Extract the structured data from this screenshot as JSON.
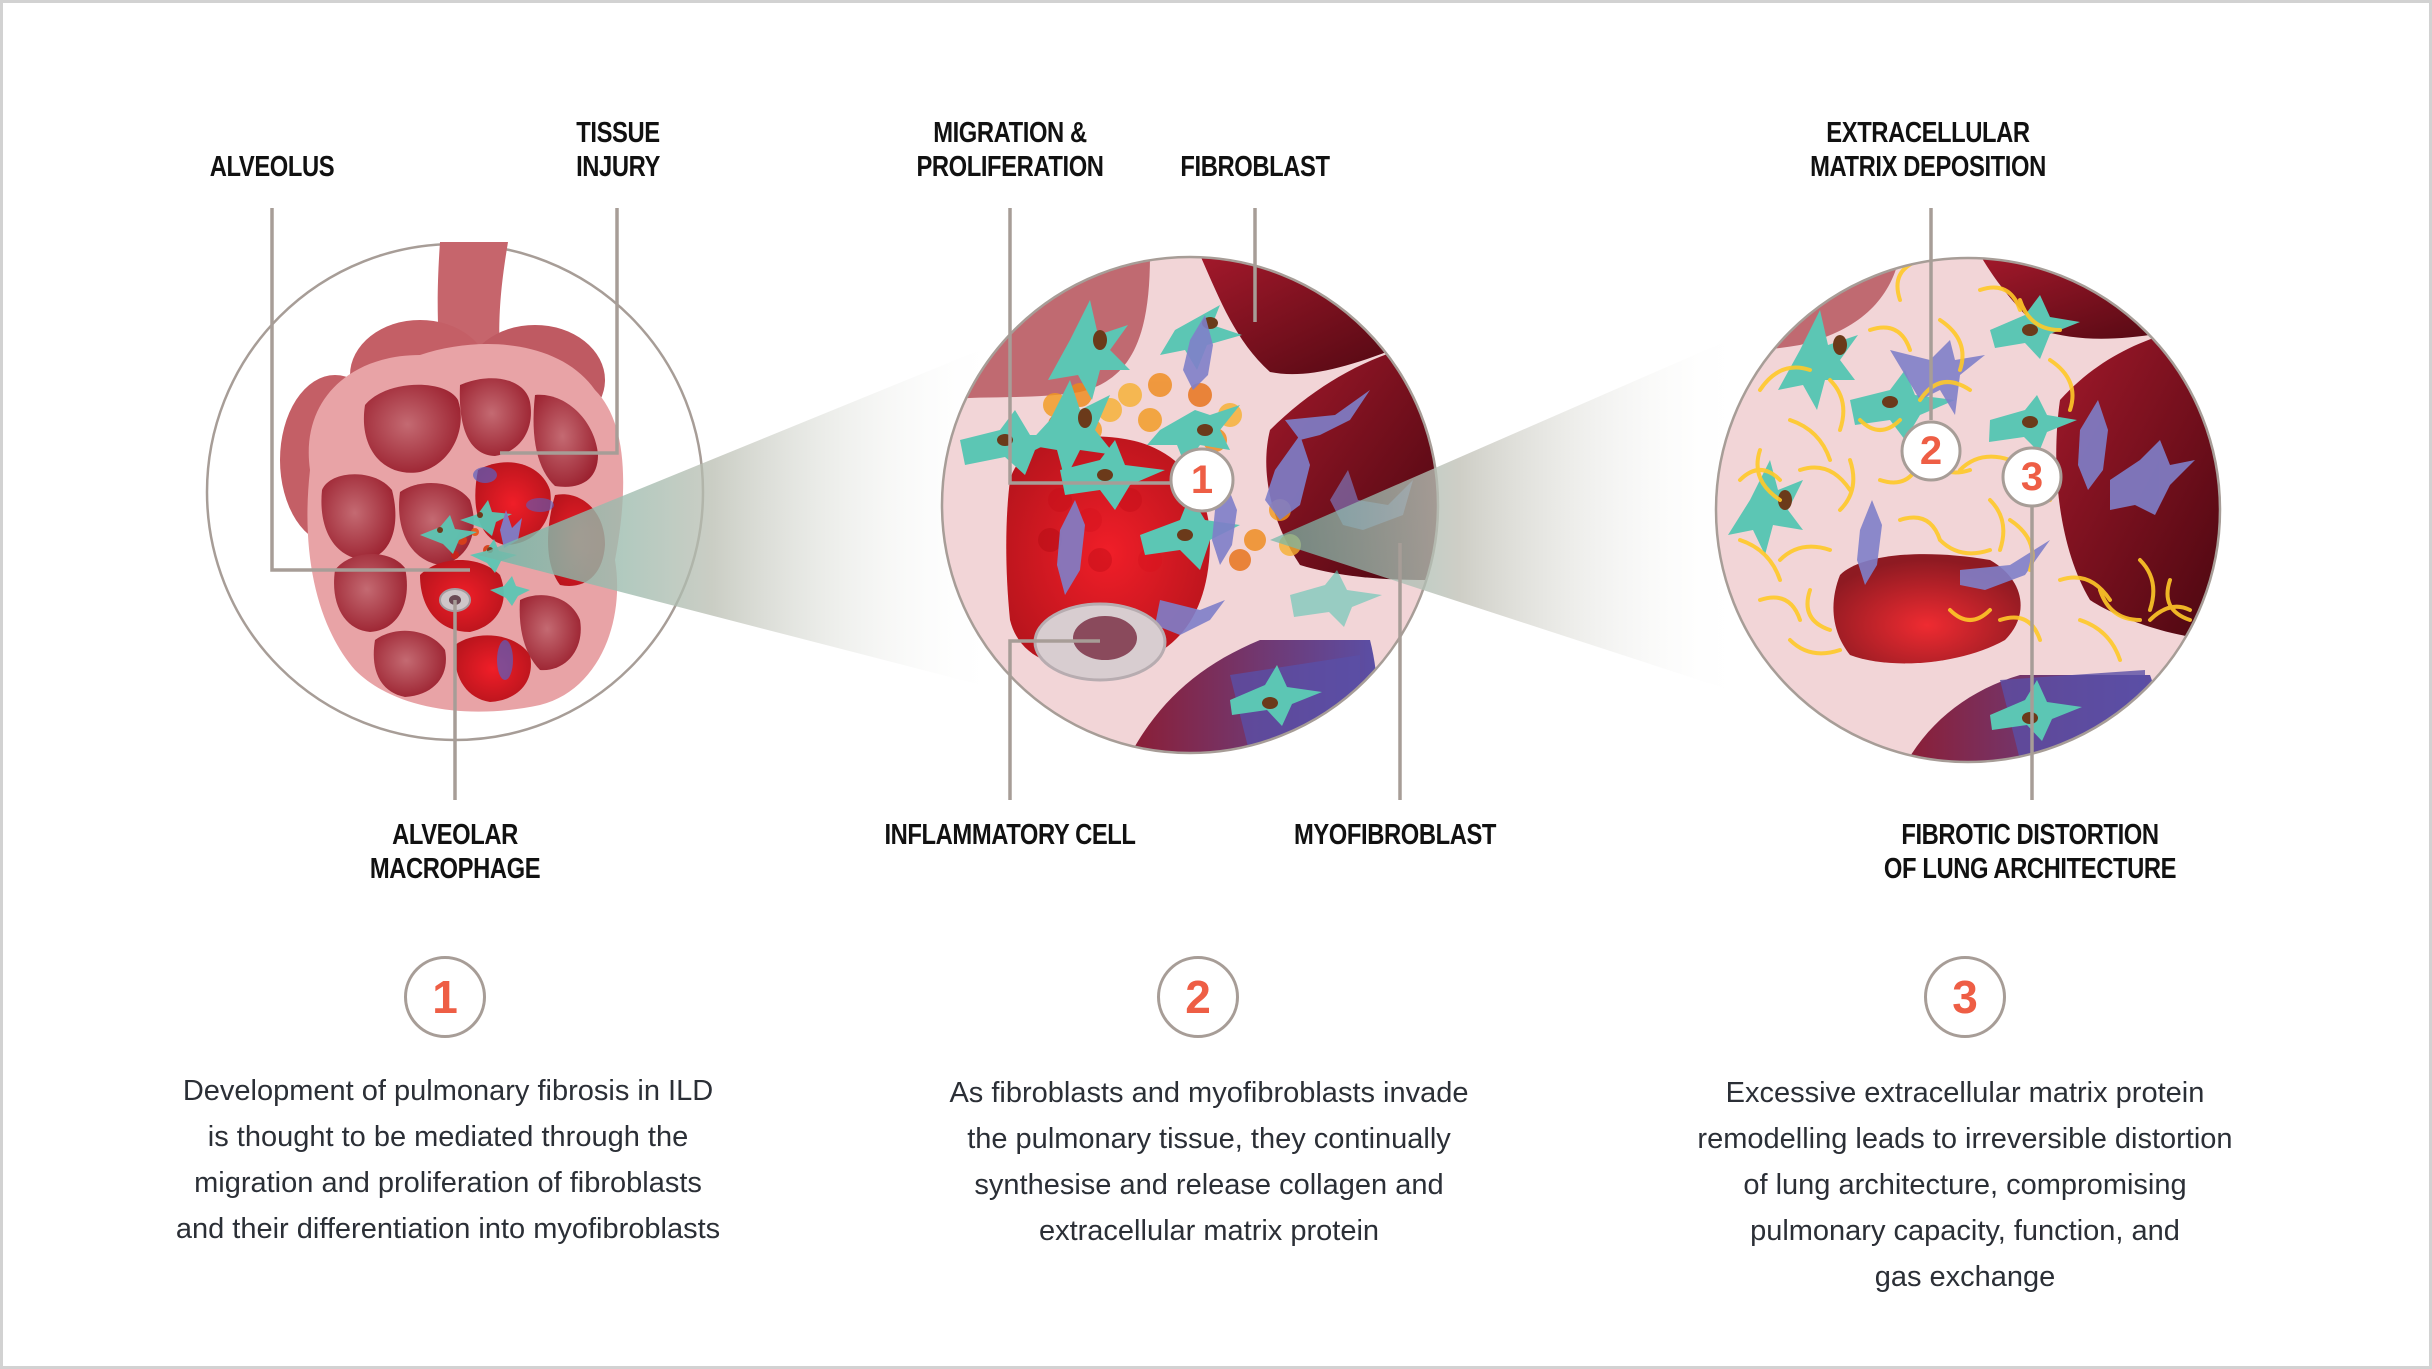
{
  "colors": {
    "label_text": "#111111",
    "leader_line": "#a79d97",
    "badge_ring": "#a79d97",
    "badge_number": "#ee5e45",
    "body_text": "#2b2f36",
    "border": "#d2d2d2",
    "tissue_pink": "#f1d4d6",
    "alveolus_red": "#b8323c",
    "blood_red": "#d81b24",
    "fibroblast_teal": "#5cc6b4",
    "myofibroblast_blue": "#7f7fc9",
    "collagen_yellow": "#ffc928",
    "cone_gray": "#c9c9bf"
  },
  "panels": [
    {
      "id": "panel-1",
      "top_labels": [
        {
          "lines": [
            "ALVEOLUS"
          ]
        },
        {
          "lines": [
            "TISSUE",
            "INJURY"
          ]
        }
      ],
      "bottom_labels": [
        {
          "lines": [
            "ALVEOLAR",
            "MACROPHAGE"
          ]
        }
      ],
      "step_number": "1",
      "description": [
        "Development of pulmonary fibrosis in ILD",
        "is thought to be mediated through the",
        "migration and proliferation of fibroblasts",
        "and their differentiation into myofibroblasts"
      ]
    },
    {
      "id": "panel-2",
      "top_labels": [
        {
          "lines": [
            "MIGRATION &",
            "PROLIFERATION"
          ]
        },
        {
          "lines": [
            "FIBROBLAST"
          ]
        }
      ],
      "bottom_labels": [
        {
          "lines": [
            "INFLAMMATORY CELL"
          ]
        },
        {
          "lines": [
            "MYOFIBROBLAST"
          ]
        }
      ],
      "inset_marker": "1",
      "step_number": "2",
      "description": [
        "As fibroblasts and myofibroblasts invade",
        "the pulmonary tissue, they continually",
        "synthesise and release collagen and",
        "extracellular matrix protein"
      ]
    },
    {
      "id": "panel-3",
      "top_labels": [
        {
          "lines": [
            "EXTRACELLULAR",
            "MATRIX DEPOSITION"
          ]
        }
      ],
      "bottom_labels": [
        {
          "lines": [
            "FIBROTIC DISTORTION",
            "OF LUNG ARCHITECTURE"
          ]
        }
      ],
      "inset_markers": [
        "2",
        "3"
      ],
      "step_number": "3",
      "description": [
        "Excessive extracellular matrix protein",
        "remodelling leads to irreversible distortion",
        "of lung architecture, compromising",
        "pulmonary capacity, function, and",
        "gas exchange"
      ]
    }
  ]
}
